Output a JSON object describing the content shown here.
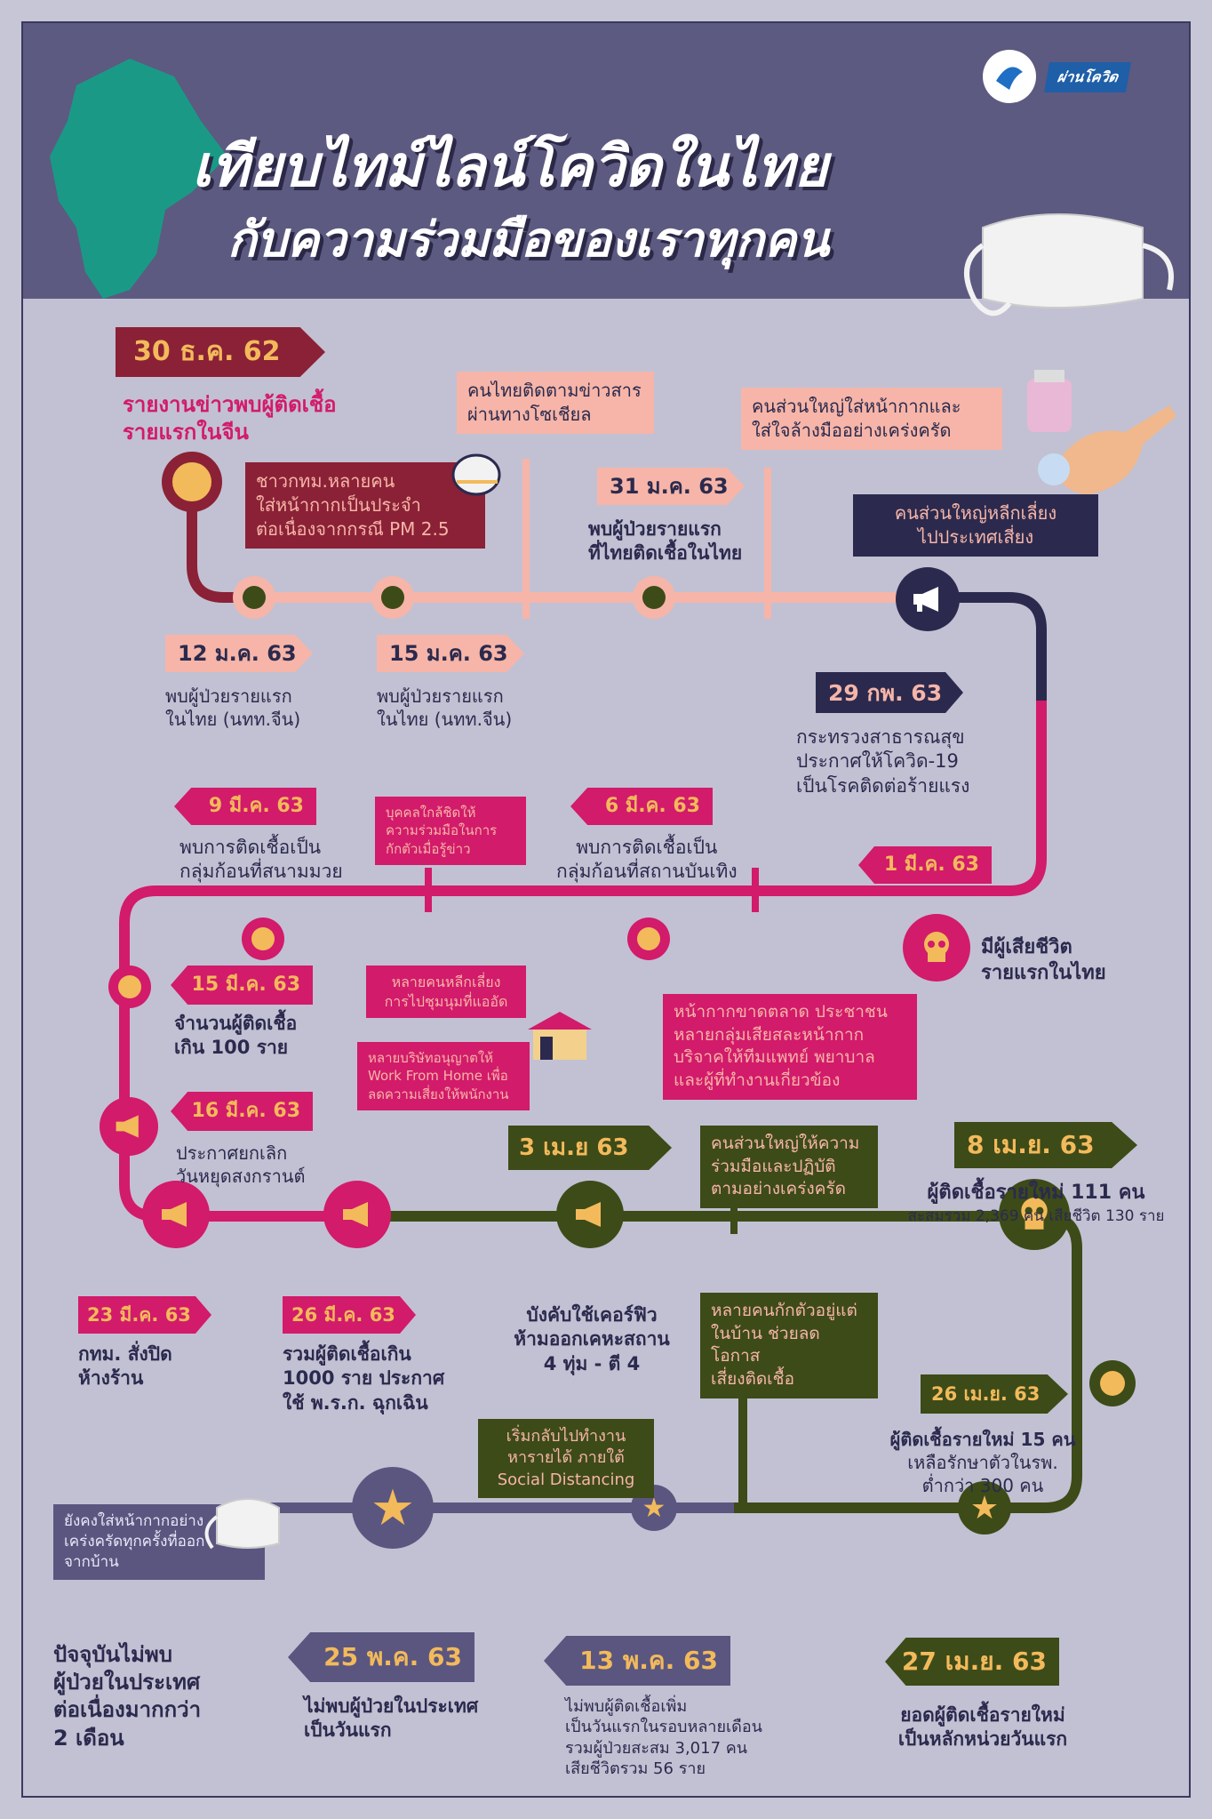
{
  "header": {
    "title_line1": "เทียบไทม์ไลน์โควิดในไทย",
    "title_line2": "กับความร่วมมือของเราทุกคน",
    "badge": "ผ่านโควิด"
  },
  "colors": {
    "dark_red": "#8b2136",
    "pink": "#d21b6a",
    "salmon": "#f6b5a8",
    "navy": "#2b2a4e",
    "olive": "#3d4b18",
    "gold": "#f3ba5b",
    "bg": "#c2c1d3"
  },
  "events": {
    "e1": {
      "date": "30 ธ.ค. 62",
      "text1": "รายงานข่าวพบผู้ติดเชื้อ",
      "text2": "รายแรกในจีน"
    },
    "e2": {
      "date": "12 ม.ค. 63",
      "text1": "พบผู้ป่วยรายแรก",
      "text2": "ในไทย (นทท.จีน)"
    },
    "e3": {
      "date": "15 ม.ค. 63",
      "text1": "พบผู้ป่วยรายแรก",
      "text2": "ในไทย (นทท.จีน)"
    },
    "e4": {
      "date": "31 ม.ค. 63",
      "text1": "พบผู้ป่วยรายแรก",
      "text2": "ที่ไทยติดเชื้อในไทย"
    },
    "e5": {
      "date": "29 กพ. 63",
      "text1": "กระทรวงสาธารณสุข",
      "text2": "ประกาศให้โควิด-19",
      "text3": "เป็นโรคติดต่อร้ายแรง"
    },
    "e6": {
      "date": "1 มี.ค. 63",
      "text1": "มีผู้เสียชีวิต",
      "text2": "รายแรกในไทย"
    },
    "e7": {
      "date": "6 มี.ค. 63",
      "text1": "พบการติดเชื้อเป็น",
      "text2": "กลุ่มก้อนที่สถานบันเทิง"
    },
    "e8": {
      "date": "9 มี.ค. 63",
      "text1": "พบการติดเชื้อเป็น",
      "text2": "กลุ่มก้อนที่สนามมวย"
    },
    "e9": {
      "date": "15 มี.ค. 63",
      "text1": "จำนวนผู้ติดเชื้อ",
      "text2": "เกิน 100 ราย"
    },
    "e10": {
      "date": "16 มี.ค. 63",
      "text1": "ประกาศยกเลิก",
      "text2": "วันหยุดสงกรานต์"
    },
    "e11": {
      "date": "23 มี.ค. 63",
      "text1": "กทม. สั่งปิด",
      "text2": "ห้างร้าน"
    },
    "e12": {
      "date": "26 มี.ค. 63",
      "text1": "รวมผู้ติดเชื้อเกิน",
      "text2": "1000 ราย ประกาศ",
      "text3": "ใช้ พ.ร.ก. ฉุกเฉิน"
    },
    "e13": {
      "date": "3 เม.ย 63",
      "text1": "บังคับใช้เคอร์ฟิว",
      "text2": "ห้ามออกเคหะสถาน",
      "text3": "4 ทุ่ม - ตี 4"
    },
    "e14": {
      "date": "8 เม.ย. 63",
      "text1": "ผู้ติดเชื้อรายใหม่ 111 คน",
      "text2": "สะสมรวม 2,369 คน เสียชีวิต 130 ราย"
    },
    "e15": {
      "date": "26 เม.ย. 63",
      "text1": "ผู้ติดเชื้อรายใหม่ 15 คน",
      "text2": "เหลือรักษาตัวในรพ.",
      "text3": "ต่ำกว่า 300 คน"
    },
    "e16": {
      "date": "27 เม.ย. 63",
      "text1": "ยอดผู้ติดเชื้อรายใหม่",
      "text2": "เป็นหลักหน่วยวันแรก"
    },
    "e17": {
      "date": "13 พ.ค. 63",
      "text1": "ไม่พบผู้ติดเชื้อเพิ่ม",
      "text2": "เป็นวันแรกในรอบหลายเดือน",
      "text3": "รวมผู้ป่วยสะสม 3,017 คน",
      "text4": "เสียชีวิตรวม 56 ราย"
    },
    "e18": {
      "date": "25 พ.ค. 63",
      "text1": "ไม่พบผู้ป่วยในประเทศ",
      "text2": "เป็นวันแรก"
    },
    "e19": {
      "text1": "ปัจจุบันไม่พบ",
      "text2": "ผู้ป่วยในประเทศ",
      "text3": "ต่อเนื่องมากกว่า",
      "text4": "2 เดือน"
    }
  },
  "notes": {
    "n1": {
      "l1": "ชาวกทม.หลายคน",
      "l2": "ใส่หน้ากากเป็นประจำ",
      "l3": "ต่อเนื่องจากกรณี PM 2.5"
    },
    "n2": {
      "l1": "คนไทยติดตามข่าวสาร",
      "l2": "ผ่านทางโซเชียล"
    },
    "n3": {
      "l1": "คนส่วนใหญ่ใส่หน้ากากและ",
      "l2": "ใส่ใจล้างมืออย่างเคร่งครัด"
    },
    "n4": {
      "l1": "คนส่วนใหญ่หลีกเลี่ยง",
      "l2": "ไปประเทศเสี่ยง"
    },
    "n5": {
      "l1": "บุคคลใกล้ชิดให้",
      "l2": "ความร่วมมือในการ",
      "l3": "กักตัวเมื่อรู้ข่าว"
    },
    "n6": {
      "l1": "หลายคนหลีกเลี่ยง",
      "l2": "การไปชุมนุมที่แออัด"
    },
    "n7": {
      "l1": "หลายบริษัทอนุญาตให้",
      "l2": "Work From Home เพื่อ",
      "l3": "ลดความเสี่ยงให้พนักงาน"
    },
    "n8": {
      "l1": "หน้ากากขาดตลาด ประชาชน",
      "l2": "หลายกลุ่มเสียสละหน้ากาก",
      "l3": "บริจาคให้ทีมแพทย์ พยาบาล",
      "l4": "และผู้ที่ทำงานเกี่ยวข้อง"
    },
    "n9": {
      "l1": "คนส่วนใหญ่ให้ความ",
      "l2": "ร่วมมือและปฏิบัติ",
      "l3": "ตามอย่างเคร่งครัด"
    },
    "n10": {
      "l1": "หลายคนกักตัวอยู่แต่",
      "l2": "ในบ้าน ช่วยลดโอกาส",
      "l3": "เสี่ยงติดเชื้อ"
    },
    "n11": {
      "l1": "เริ่มกลับไปทำงาน",
      "l2": "หารายได้ ภายใต้",
      "l3": "Social Distancing"
    },
    "n12": {
      "l1": "ยังคงใส่หน้ากากอย่าง",
      "l2": "เคร่งครัดทุกครั้งที่ออก",
      "l3": "จากบ้าน"
    }
  },
  "icons": [
    "virus-icon",
    "megaphone-icon",
    "skull-icon",
    "star-icon",
    "mask-icon",
    "helmet-icon",
    "house-icon",
    "hand-wash-icon",
    "thailand-map"
  ]
}
